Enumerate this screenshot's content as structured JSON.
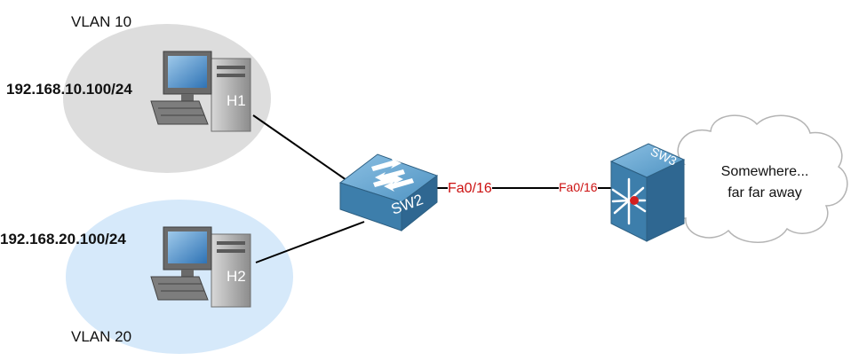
{
  "colors": {
    "vlan10_zone": "#dddddd",
    "vlan20_zone": "#d6e9fa",
    "port_label": "#cc1111",
    "switch_blue": "#4f93c2",
    "cable": "#000000"
  },
  "nodes": {
    "h1": {
      "label": "H1",
      "vlan_label": "VLAN 10",
      "ip": "192.168.10.100/24"
    },
    "h2": {
      "label": "H2",
      "vlan_label": "VLAN 20",
      "ip": "192.168.20.100/24"
    },
    "sw2": {
      "label": "SW2",
      "icon": "switch-icon"
    },
    "sw3": {
      "label": "SW3",
      "icon": "multilayer-switch-icon"
    }
  },
  "links": {
    "sw2_sw3": {
      "sw2_port": "Fa0/16",
      "sw3_port": "Fa0/16"
    }
  },
  "cloud": {
    "line1": "Somewhere...",
    "line2": "far far away"
  }
}
